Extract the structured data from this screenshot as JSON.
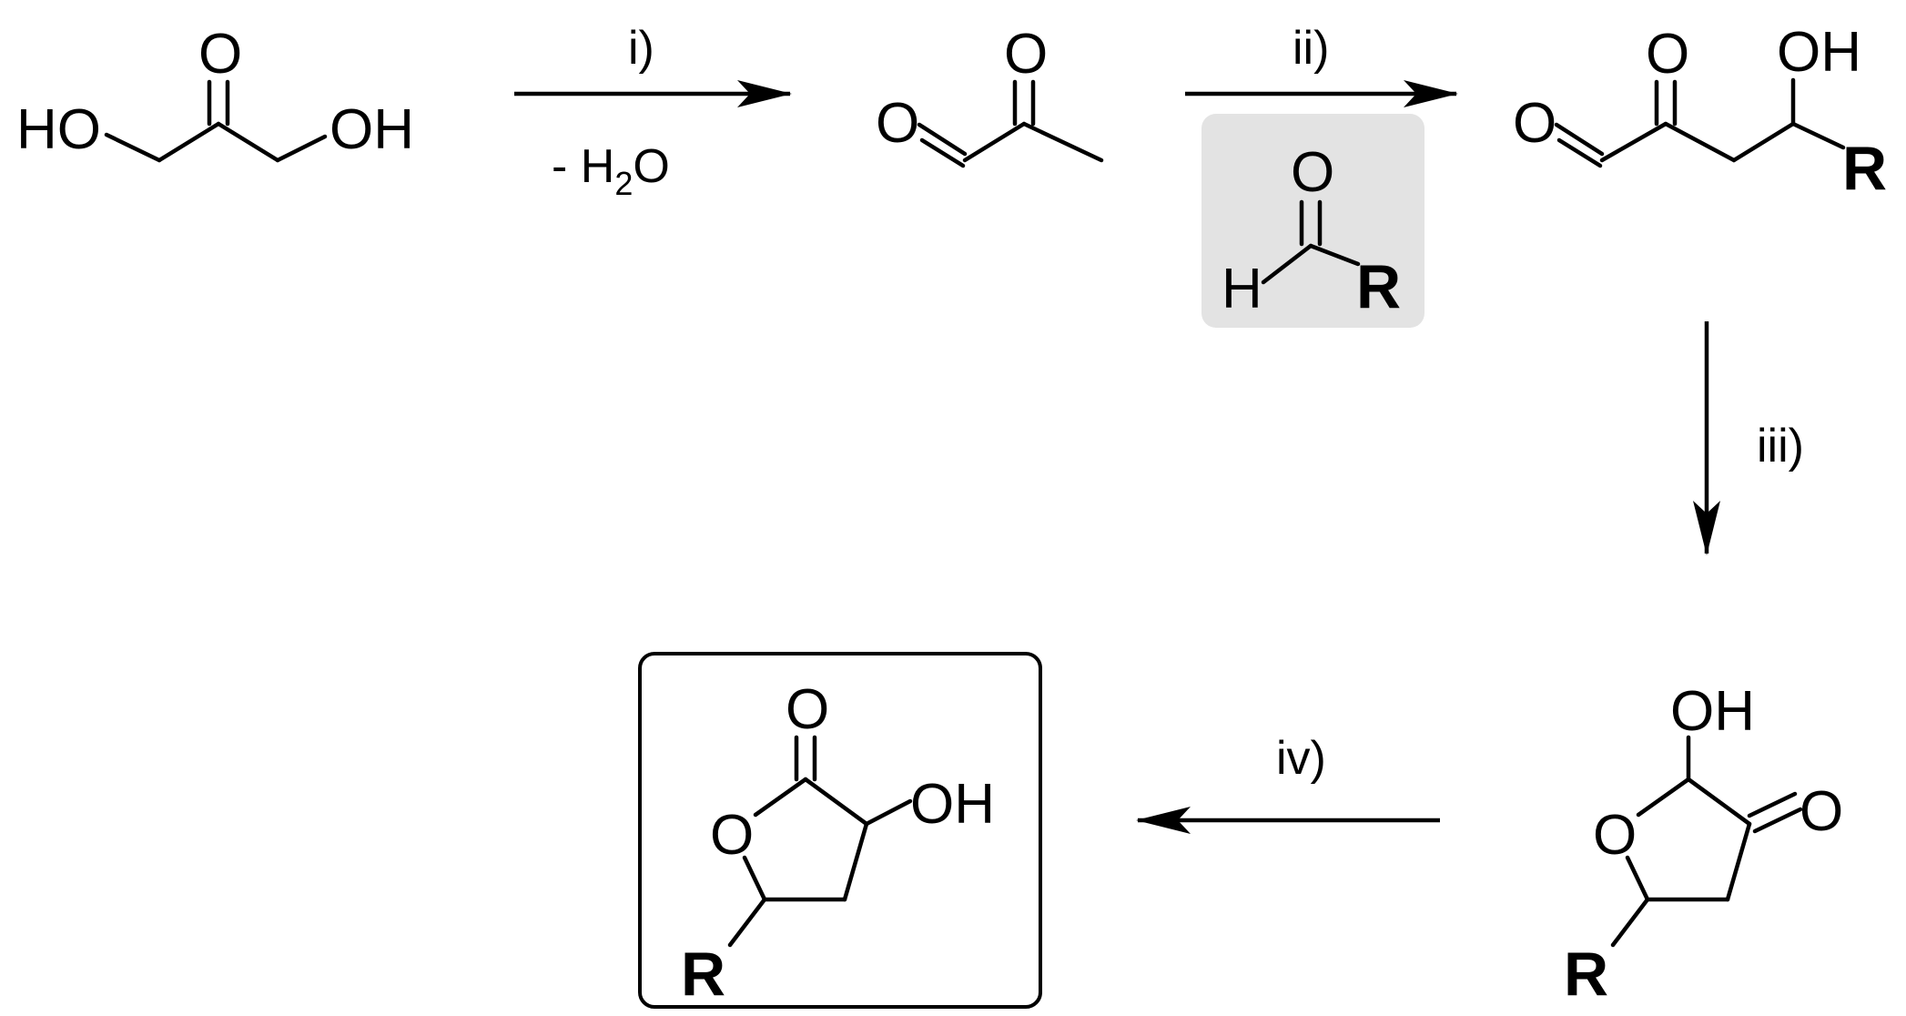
{
  "steps": [
    {
      "id": "i",
      "label": "i)",
      "below": "- H",
      "below_sub": "2",
      "below_end": "O"
    },
    {
      "id": "ii",
      "label": "ii)"
    },
    {
      "id": "iii",
      "label": "iii)"
    },
    {
      "id": "iv",
      "label": "iv)"
    }
  ],
  "atoms": {
    "O": "O",
    "HO": "HO",
    "OH": "OH",
    "H": "H",
    "R": "R"
  },
  "colors": {
    "reagent_box": "#e3e3e3",
    "ink": "#000000"
  }
}
